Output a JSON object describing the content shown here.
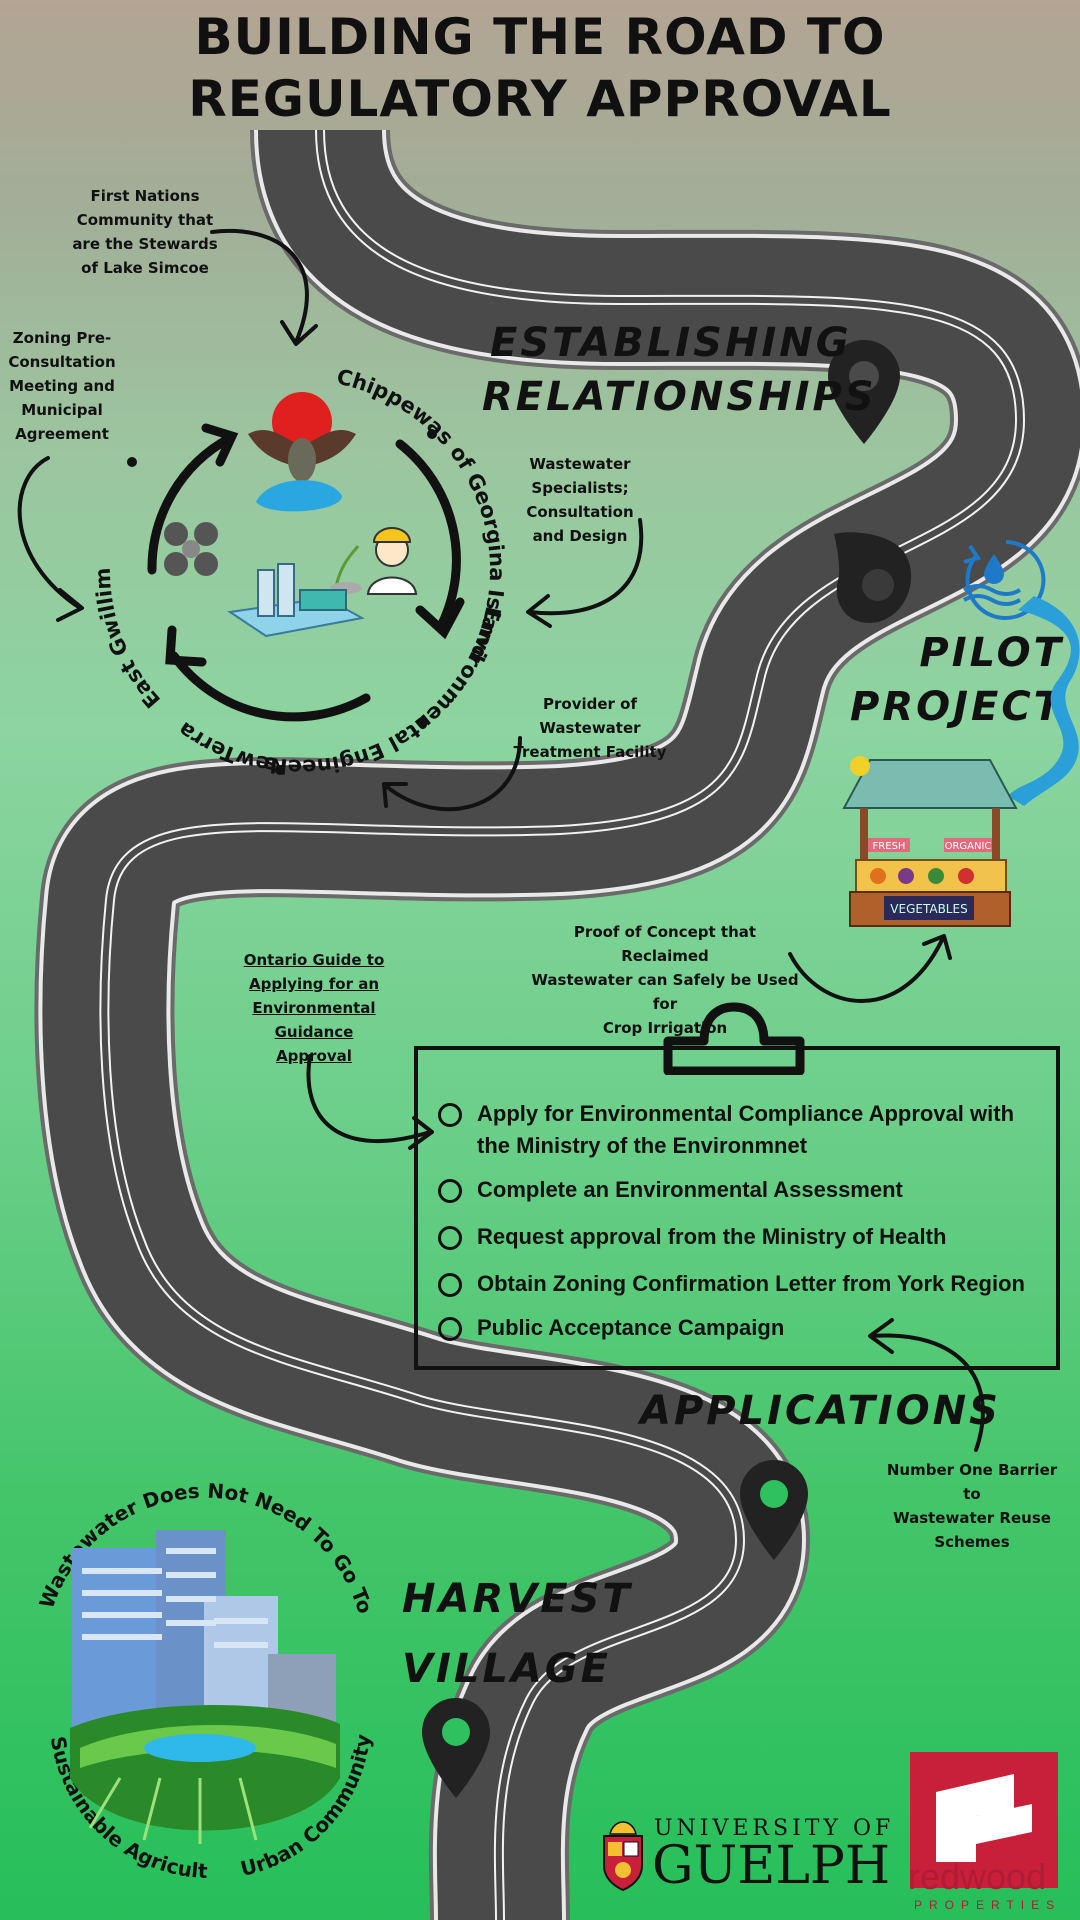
{
  "title": {
    "line1": "BUILDING THE ROAD TO",
    "line2": "REGULATORY APPROVAL"
  },
  "headings": {
    "establishing_1": "ESTABLISHING",
    "establishing_2": "RELATIONSHIPS",
    "pilot_1": "PILOT",
    "pilot_2": "PROJECT",
    "applications": "APPLICATIONS",
    "harvest_1": "HARVEST",
    "harvest_2": "VILLAGE"
  },
  "notes": {
    "first_nations": [
      "First Nations",
      "Community that",
      "are the Stewards",
      "of Lake Simcoe"
    ],
    "zoning": [
      "Zoning Pre-",
      "Consultation",
      "Meeting and",
      "Municipal",
      "Agreement"
    ],
    "wastewater_specialists": [
      "Wastewater",
      "Specialists;",
      "Consultation",
      "and Design"
    ],
    "provider": [
      "Provider of Wastewater",
      "Treatment Facility"
    ],
    "proof_of_concept": [
      "Proof of Concept that Reclaimed",
      "Wastewater can Safely be Used for",
      "Crop Irrigation"
    ],
    "ontario_guide": [
      "Ontario Guide to",
      "Applying for an",
      "Environmental",
      "Guidance Approval"
    ],
    "barrier": [
      "Number One Barrier to",
      "Wastewater Reuse",
      "Schemes"
    ]
  },
  "circle_labels": {
    "chippewas": "Chippewas of Georgina Island",
    "environmental": "Environmental Engineers",
    "newterra": "NewTerra",
    "east_gwillimbury": "East Gwillimbury Municipal Council"
  },
  "checklist": [
    "Apply for Environmental Compliance Approval with the Ministry of the Environmnet",
    "Complete an Environmental Assessment",
    "Request approval from the Ministry of Health",
    "Obtain Zoning Confirmation Letter from York Region",
    "Public Acceptance Campaign"
  ],
  "village_circle": {
    "top": "Wastewater Does Not Need To Go To Waste",
    "left_bottom": "Sustainable Agriculture",
    "right_bottom": "Urban Community"
  },
  "market": {
    "fresh": "FRESH",
    "organic": "ORGANIC",
    "vegetables": "VEGETABLES"
  },
  "logos": {
    "guelph_top": "UNIVERSITY OF",
    "guelph_main": "GUELPH",
    "redwood_main": "redwood",
    "redwood_sub": "PROPERTIES"
  },
  "colors": {
    "road": "#4a4a4a",
    "road_edge": "#ffffff",
    "pin": "#222222",
    "title": "#101010",
    "redwood": "#c8203a",
    "water": "#2a9fd8"
  }
}
